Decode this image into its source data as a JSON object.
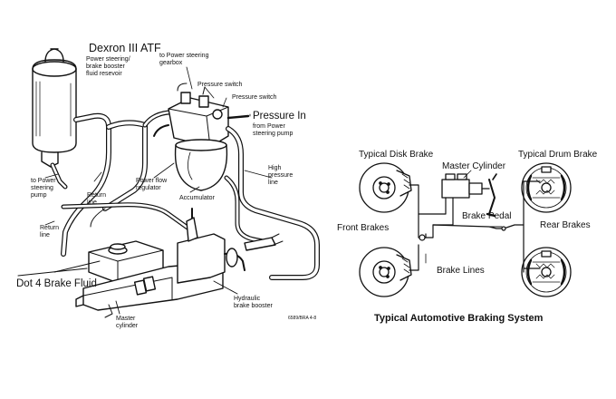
{
  "left_diagram": {
    "labels": {
      "dexron": "Dexron III ATF",
      "reservoir": "Power steering/\nbrake booster\nfluid resevoir",
      "to_gearbox": "to Power steering\ngearbox",
      "pressure_switch_1": "Pressure switch",
      "pressure_switch_2": "Pressure switch",
      "pressure_in": "Pressure In",
      "from_pump": "from Power\nsteering pump",
      "to_pump": "to Power\nsteering\npump",
      "return_line_1": "Return\nline",
      "return_line_2": "Return\nline",
      "flow_regulator": "Power flow\nregulator",
      "accumulator": "Accumulator",
      "high_pressure": "High\npressure\nline",
      "dot4": "Dot 4 Brake Fluid",
      "master_cylinder": "Master\ncylinder",
      "hydraulic_booster": "Hydraulic\nbrake booster",
      "figure_code": "6589/BRA 4-8"
    }
  },
  "right_diagram": {
    "labels": {
      "disk_brake": "Typical Disk Brake",
      "master_cylinder": "Master Cylinder",
      "drum_brake": "Typical Drum Brake",
      "front_brakes": "Front Brakes",
      "brake_pedal": "Brake Pedal",
      "rear_brakes": "Rear Brakes",
      "brake_lines": "Brake Lines"
    },
    "title": "Typical Automotive Braking System"
  }
}
